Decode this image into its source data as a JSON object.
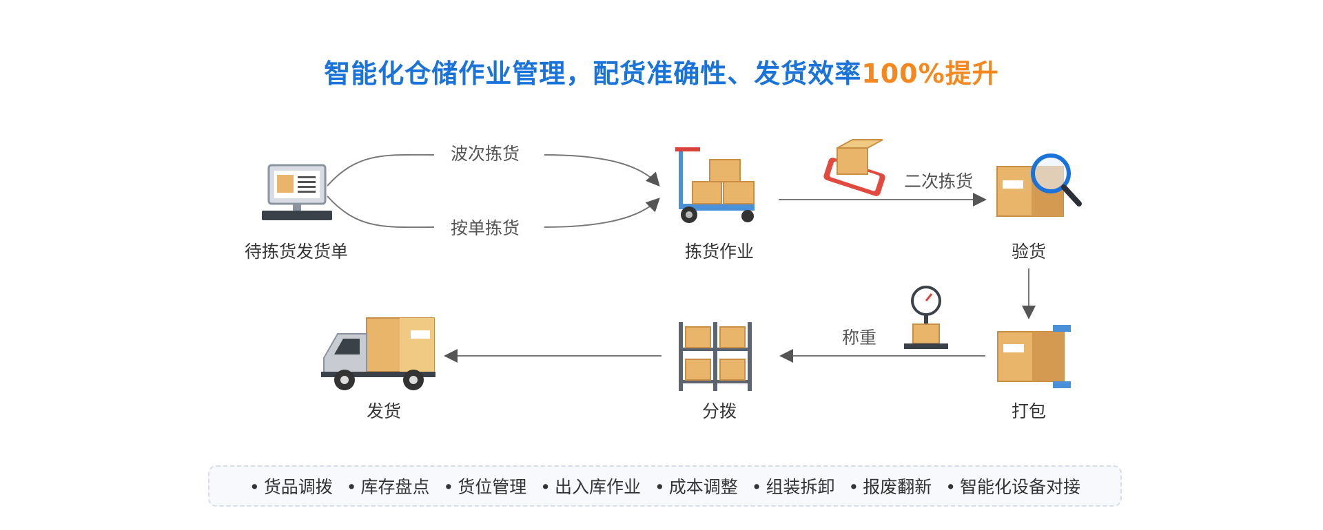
{
  "title": {
    "main": "智能化仓储作业管理，配货准确性、发货效率",
    "highlight": "100%提升"
  },
  "nodes": {
    "pending_orders": "待拣货发货单",
    "picking": "拣货作业",
    "inspection": "验货",
    "packing": "打包",
    "sorting": "分拨",
    "shipping": "发货"
  },
  "edges": {
    "wave_picking": "波次拣货",
    "order_picking": "按单拣货",
    "second_picking": "二次拣货",
    "weighing": "称重"
  },
  "features": [
    "货品调拨",
    "库存盘点",
    "货位管理",
    "出入库作业",
    "成本调整",
    "组装拆卸",
    "报废翻新",
    "智能化设备对接"
  ],
  "colors": {
    "blue": "#1a73d9",
    "orange": "#f5871f",
    "box": "#e8b56a",
    "box_dark": "#c98e45",
    "arrow": "#666666"
  }
}
